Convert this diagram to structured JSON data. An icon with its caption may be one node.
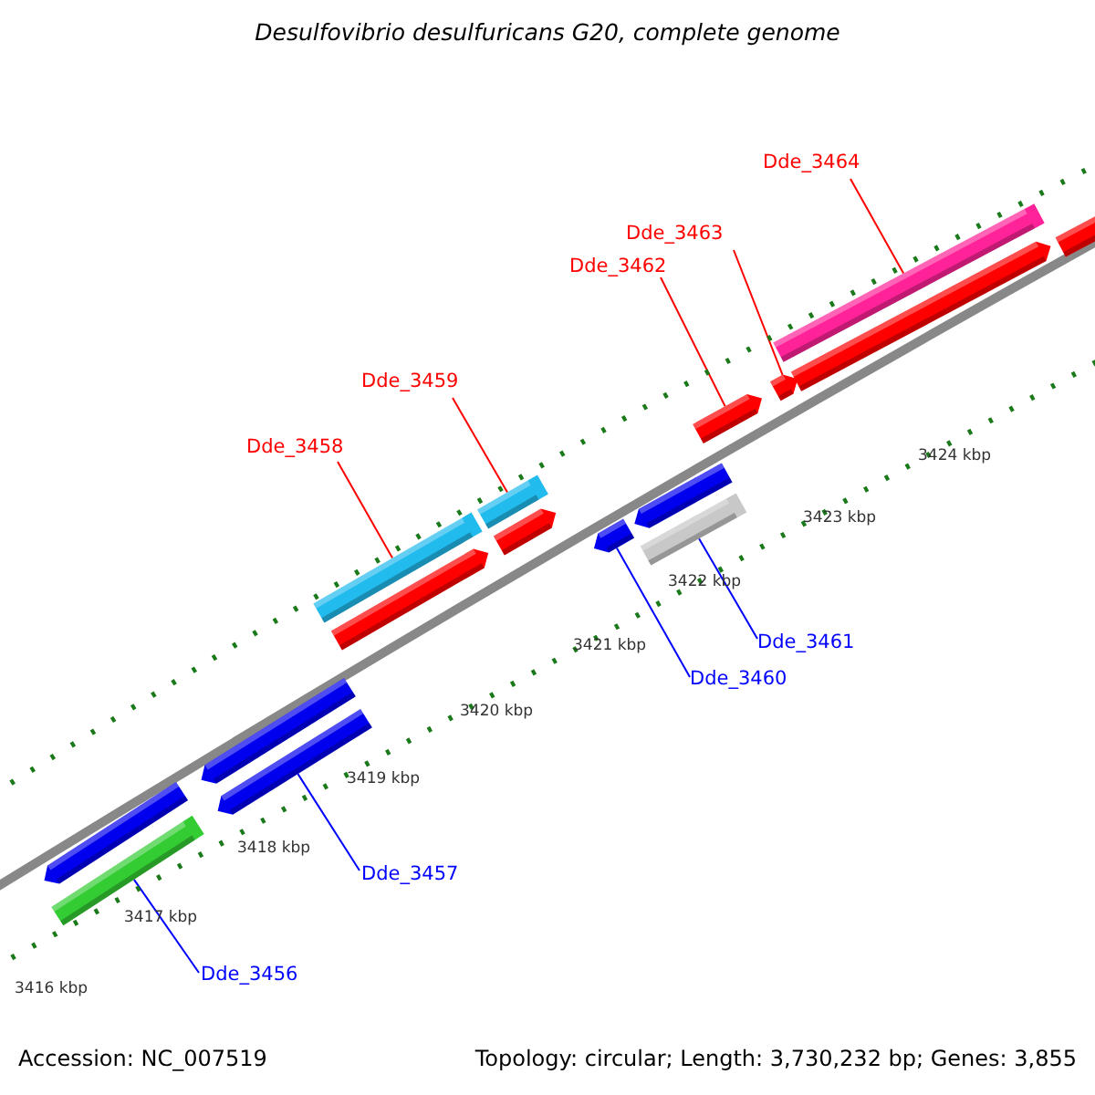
{
  "diagram": {
    "title": "Desulfovibrio desulfuricans G20, complete genome",
    "nodes": [
      {
        "text": [
          "Dde_3464"
        ]
      },
      {
        "text": [
          "Dde_3463"
        ]
      },
      {
        "text": [
          "Dde_3462"
        ]
      },
      {
        "text": [
          "Dde_3459"
        ]
      },
      {
        "text": [
          "Dde_3458"
        ]
      },
      {
        "text": [
          "Dde_3461"
        ]
      },
      {
        "text": [
          "Dde_3460"
        ]
      },
      {
        "text": [
          "Dde_3457"
        ]
      },
      {
        "text": [
          "Dde_3456"
        ]
      },
      {
        "text": [],
        "shape": "bar"
      },
      {
        "text": [],
        "shape": "bar"
      },
      {
        "text": [],
        "shape": "bar"
      },
      {
        "text": [],
        "shape": "bar"
      },
      {
        "text": [],
        "shape": "bar"
      },
      {
        "text": [],
        "shape": "bar"
      },
      {
        "text": [],
        "shape": "bar"
      },
      {
        "text": [],
        "shape": "bar"
      },
      {
        "text": [],
        "shape": "bar"
      },
      {
        "text": [],
        "shape": "bar"
      },
      {
        "text": [],
        "shape": "bar"
      },
      {
        "text": [],
        "shape": "bar"
      },
      {
        "text": [],
        "shape": "bar"
      },
      {
        "text": [],
        "shape": "bar"
      },
      {
        "text": [],
        "shape": "bar"
      },
      {
        "text": [],
        "shape": "bar"
      }
    ],
    "edges": [
      {
        "from": 0,
        "to": 22,
        "arrow": "none"
      },
      {
        "from": 1,
        "to": 21,
        "arrow": "none"
      },
      {
        "from": 2,
        "to": 20,
        "arrow": "none"
      },
      {
        "from": 3,
        "to": 15,
        "arrow": "none"
      },
      {
        "from": 4,
        "to": 13,
        "arrow": "none"
      },
      {
        "from": 5,
        "to": 19,
        "arrow": "none",
        "color": "#0000ff"
      },
      {
        "from": 6,
        "to": 17,
        "arrow": "none",
        "color": "#0000ff"
      },
      {
        "from": 7,
        "to": 12,
        "arrow": "none",
        "color": "#0000ff"
      },
      {
        "from": 8,
        "to": 10,
        "arrow": "none",
        "color": "#0000ff"
      }
    ],
    "labels": [
      "3424 kbp",
      "3423 kbp",
      "3422 kbp",
      "3421 kbp",
      "3420 kbp",
      "3419 kbp",
      "3418 kbp",
      "3417 kbp",
      "3416 kbp",
      "Accession: NC_007519",
      "Topology: circular; Length: 3,730,232 bp; Genes: 3,855"
    ]
  }
}
